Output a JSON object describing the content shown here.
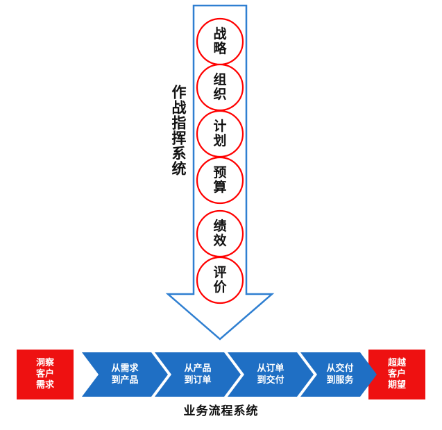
{
  "diagram": {
    "vertical_label": "作战指挥系统",
    "bottom_caption": "业务流程系统",
    "colors": {
      "circle_stroke": "#ff0000",
      "arrow_stroke": "#2f7fd1",
      "end_box_fill": "#ee1111",
      "chevron_fill": "#1f6fc4",
      "text_dark": "#111111",
      "text_light": "#ffffff"
    },
    "circles": [
      {
        "label": "战略",
        "lines": [
          "战",
          "略"
        ]
      },
      {
        "label": "组织",
        "lines": [
          "组",
          "织"
        ]
      },
      {
        "label": "计划",
        "lines": [
          "计",
          "划"
        ]
      },
      {
        "label": "预算",
        "lines": [
          "预",
          "算"
        ]
      },
      {
        "label": "绩效",
        "lines": [
          "绩",
          "效"
        ]
      },
      {
        "label": "评价",
        "lines": [
          "评",
          "价"
        ]
      }
    ],
    "start_box": {
      "lines": [
        "洞察",
        "客户",
        "需求"
      ]
    },
    "end_box": {
      "lines": [
        "超越",
        "客户",
        "期望"
      ]
    },
    "steps": [
      {
        "lines": [
          "从需求",
          "到产品"
        ]
      },
      {
        "lines": [
          "从产品",
          "到订单"
        ]
      },
      {
        "lines": [
          "从订单",
          "到交付"
        ]
      },
      {
        "lines": [
          "从交付",
          "到服务"
        ]
      }
    ]
  }
}
